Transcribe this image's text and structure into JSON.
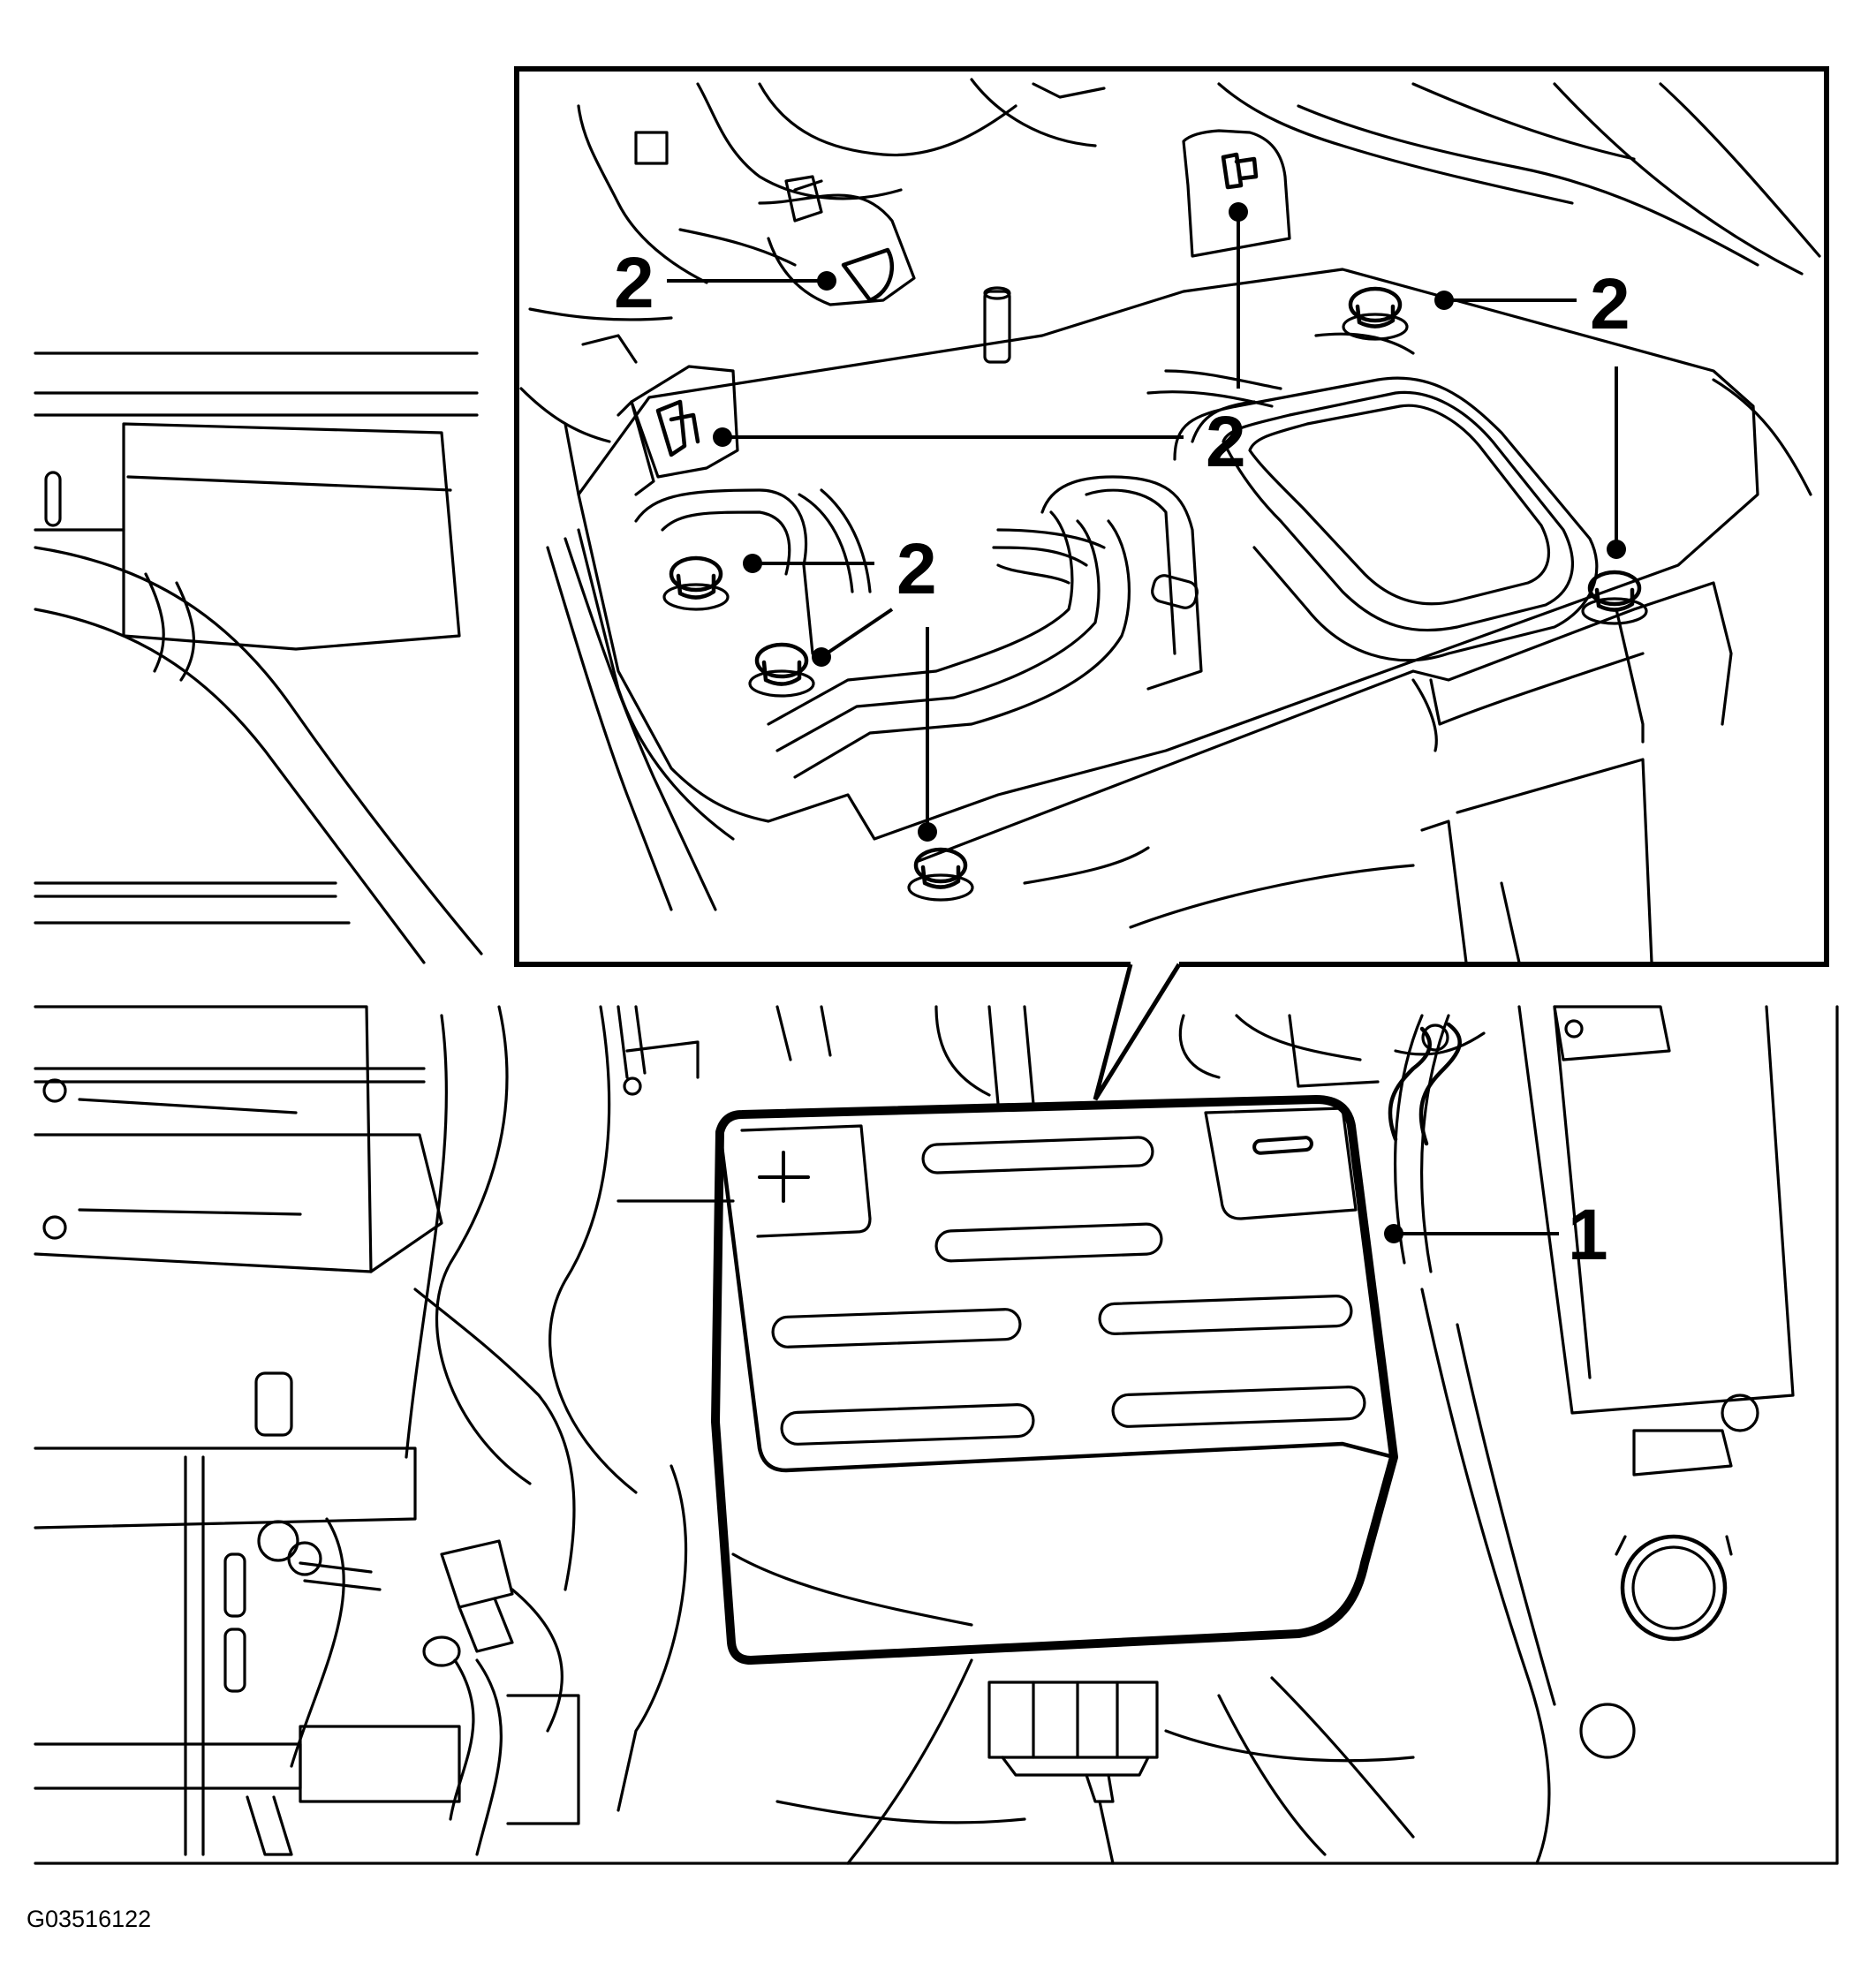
{
  "figure_id": "G03516122",
  "callouts": {
    "battery": "1",
    "fastener": "2"
  },
  "battery_terminals": {
    "positive_symbol": "plus-icon",
    "negative_symbol": "minus-icon"
  },
  "colors": {
    "line": "#000000",
    "background": "#ffffff"
  }
}
